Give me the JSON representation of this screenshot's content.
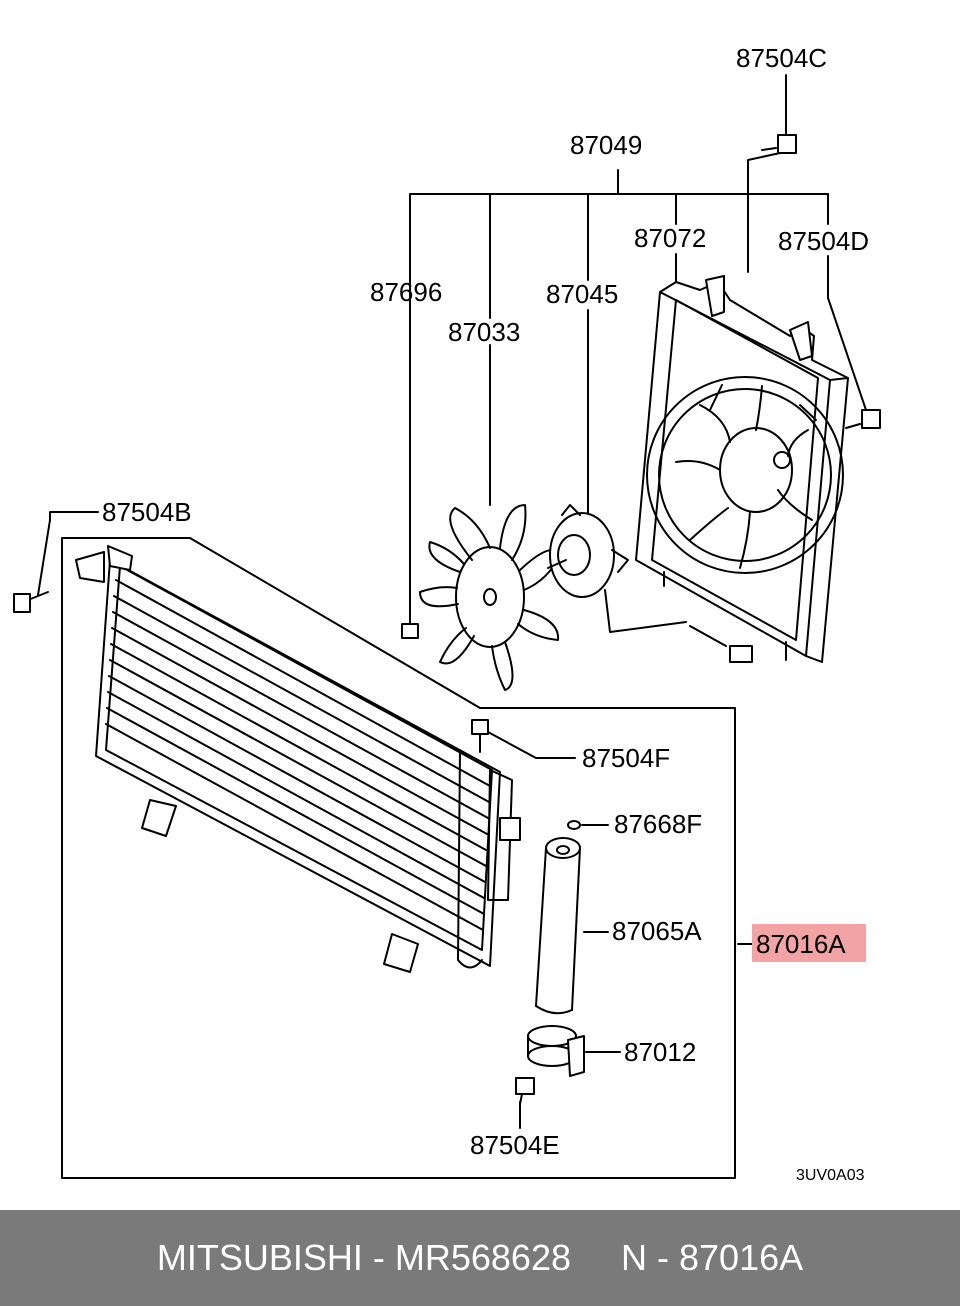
{
  "labels": {
    "p87504c": "87504C",
    "p87049": "87049",
    "p87072": "87072",
    "p87504d": "87504D",
    "p87696": "87696",
    "p87045": "87045",
    "p87033": "87033",
    "p87504b": "87504B",
    "p87504f": "87504F",
    "p87668f": "87668F",
    "p87065a": "87065A",
    "p87016a": "87016A",
    "p87012": "87012",
    "p87504e": "87504E"
  },
  "diagram_code": "3UV0A03",
  "highlight_color": "#f2a3a3",
  "footer": {
    "brand": "MITSUBISHI",
    "sep1": " - ",
    "part_number": "MR568628",
    "gap": "     ",
    "n_prefix": "N",
    "sep2": " - ",
    "ref": "87016A"
  }
}
